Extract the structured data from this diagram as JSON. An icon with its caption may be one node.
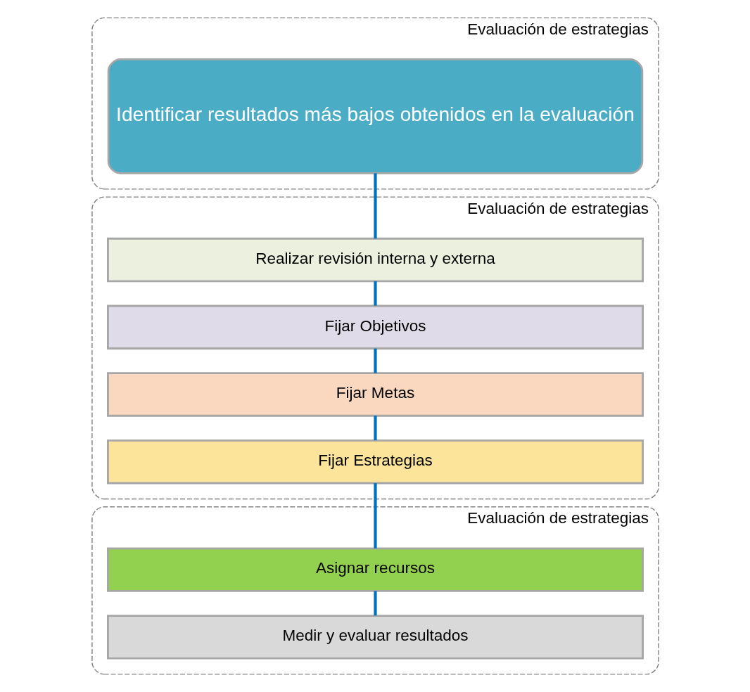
{
  "diagram": {
    "nodes": [
      {
        "text": [
          "Evaluación de estrategias"
        ]
      },
      {
        "text": [
          "Identificar resultados más bajos obtenidos en la evaluación"
        ],
        "in": 0
      },
      {
        "text": [
          "Evaluación de estrategias"
        ]
      },
      {
        "text": [
          "Realizar revisión interna y externa"
        ],
        "in": 2
      },
      {
        "text": [
          "Fijar Objetivos"
        ],
        "in": 2
      },
      {
        "text": [
          "Fijar Metas"
        ],
        "in": 2
      },
      {
        "text": [
          "Fijar Estrategias"
        ],
        "in": 2
      },
      {
        "text": [
          "Evaluación de estrategias"
        ]
      },
      {
        "text": [
          "Asignar recursos"
        ],
        "in": 7
      },
      {
        "text": [
          "Medir y evaluar resultados"
        ],
        "in": 7
      }
    ],
    "edges": [
      {
        "from": 1,
        "to": 3,
        "arrow": "none"
      },
      {
        "from": 3,
        "to": 4,
        "arrow": "none"
      },
      {
        "from": 4,
        "to": 5,
        "arrow": "none"
      },
      {
        "from": 5,
        "to": 6,
        "arrow": "none"
      },
      {
        "from": 6,
        "to": 8,
        "arrow": "none"
      },
      {
        "from": 8,
        "to": 9,
        "arrow": "none"
      }
    ]
  }
}
